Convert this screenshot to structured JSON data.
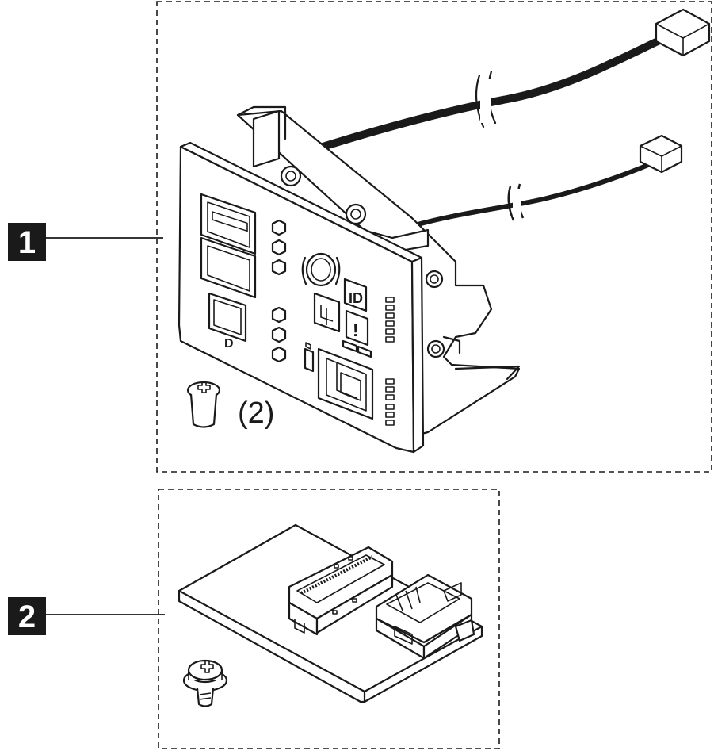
{
  "callouts": [
    {
      "number": "1"
    },
    {
      "number": "2"
    }
  ],
  "screw_quantity": "(2)",
  "colors": {
    "ink": "#1a1a1a",
    "background": "#ffffff",
    "callout_box": "#1a1a1a",
    "callout_text": "#ffffff"
  },
  "icons": [
    "usb-port-icon",
    "power-button-icon",
    "id-button-icon",
    "network-icon",
    "error-led-icon",
    "screw-icon",
    "ribbon-connector-icon"
  ]
}
